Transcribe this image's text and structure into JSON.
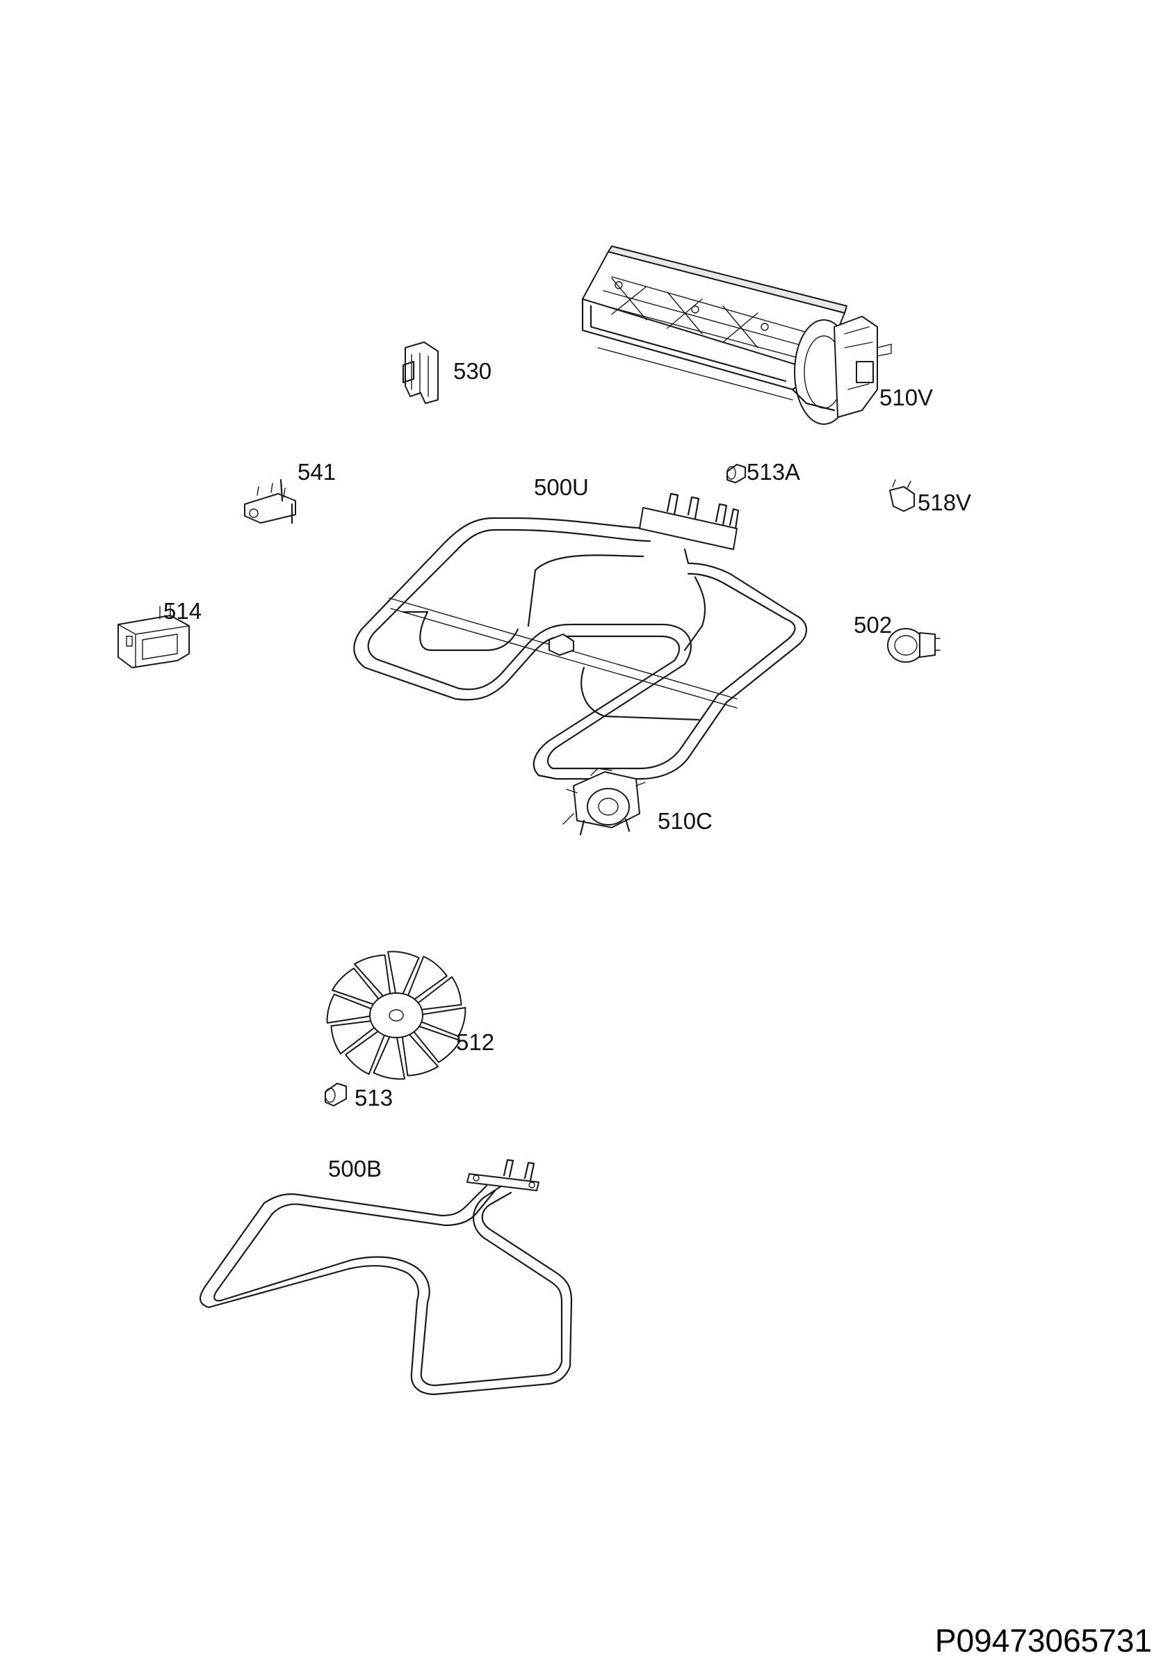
{
  "labels": {
    "p530": "530",
    "p510v": "510V",
    "p541": "541",
    "p500u": "500U",
    "p513a": "513A",
    "p518v": "518V",
    "p514": "514",
    "p502": "502",
    "p510c": "510C",
    "p512": "512",
    "p513": "513",
    "p500b": "500B"
  },
  "document_code": "P09473065731"
}
